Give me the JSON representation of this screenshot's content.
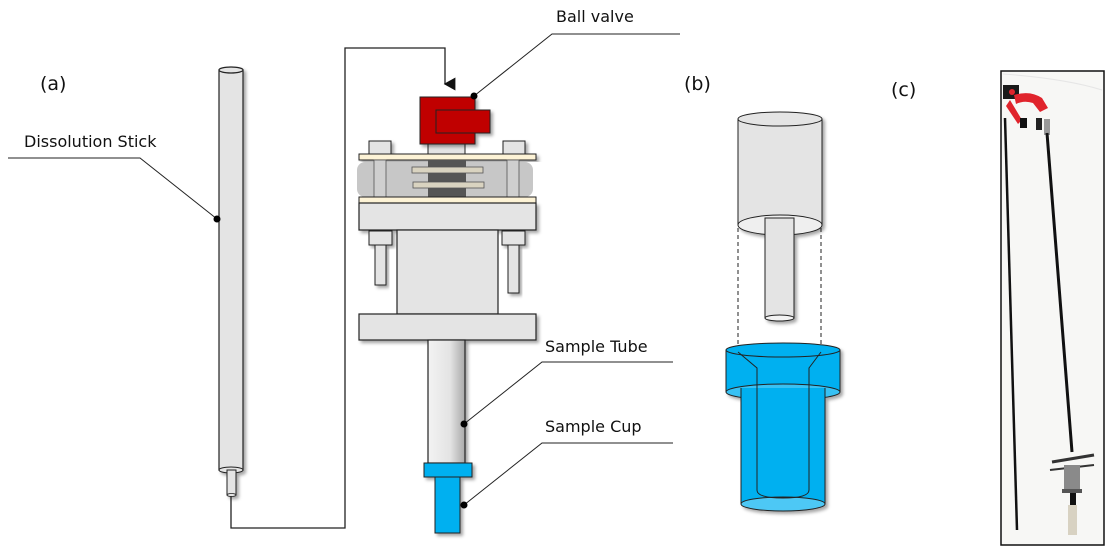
{
  "figure": {
    "panels": {
      "a": "(a)",
      "b": "(b)",
      "c": "(c)"
    },
    "callouts": {
      "dissolution_stick": "Dissolution Stick",
      "ball_valve": "Ball valve",
      "sample_tube": "Sample Tube",
      "sample_cup": "Sample Cup"
    },
    "colors": {
      "ball_valve_red": "#c00000",
      "sample_cup_blue": "#00b0f0",
      "light_grey": "#e4e4e4",
      "flange_cream": "#fdf3d6",
      "clamp_grey": "#bdbdbd",
      "core_dark": "#555555"
    }
  }
}
